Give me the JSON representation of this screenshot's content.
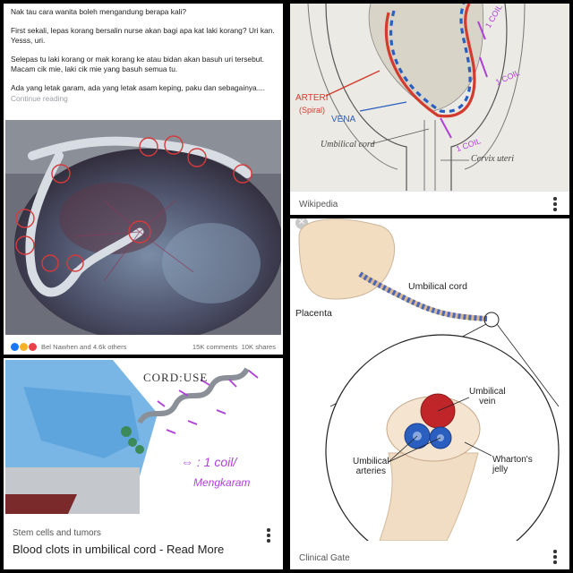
{
  "post": {
    "question": "Nak tau cara wanita boleh mengandung berapa kali?",
    "para1": "First sekali, lepas korang bersalin nurse akan bagi apa kat laki korang? Uri kan. Yesss, uri.",
    "para2": "Selepas tu laki korang or mak korang ke atau bidan akan basuh uri tersebut. Macam cik mie, laki cik mie yang basuh semua tu.",
    "para3": "Ada yang letak garam, ada yang letak asam keping, paku dan sebagainya....",
    "continue_label": "Continue reading",
    "reactions_names": "Bel Nawhen and 4.6k others",
    "comments": "15K comments",
    "shares": "10K shares"
  },
  "wikipedia_card": {
    "source": "Wikipedia",
    "annotations": {
      "arteri": "ARTERI",
      "spiral": "(Spiral)",
      "vena": "VENA",
      "coil": "1 COIL"
    },
    "labels": {
      "umbilical_cord": "Umbilical cord",
      "cervix": "Cervix uteri"
    }
  },
  "cord_card": {
    "brand": "CORD:USE",
    "annotation_line1": "⇔ : 1 coil/",
    "annotation_line2": "Mengkaram",
    "category": "Stem cells and tumors",
    "title": "Blood clots in umbilical cord - Read More"
  },
  "clinical_card": {
    "labels": {
      "placenta": "Placenta",
      "cord": "Umbilical cord",
      "vein_line1": "Umbilical",
      "vein_line2": "vein",
      "arteries_line1": "Umbilical",
      "arteries_line2": "arteries",
      "jelly_line1": "Wharton's",
      "jelly_line2": "jelly"
    },
    "source": "Clinical Gate"
  },
  "colors": {
    "accent_purple": "#b040d8",
    "artery_red": "#d23b2e",
    "vein_blue": "#2a5fc0"
  }
}
